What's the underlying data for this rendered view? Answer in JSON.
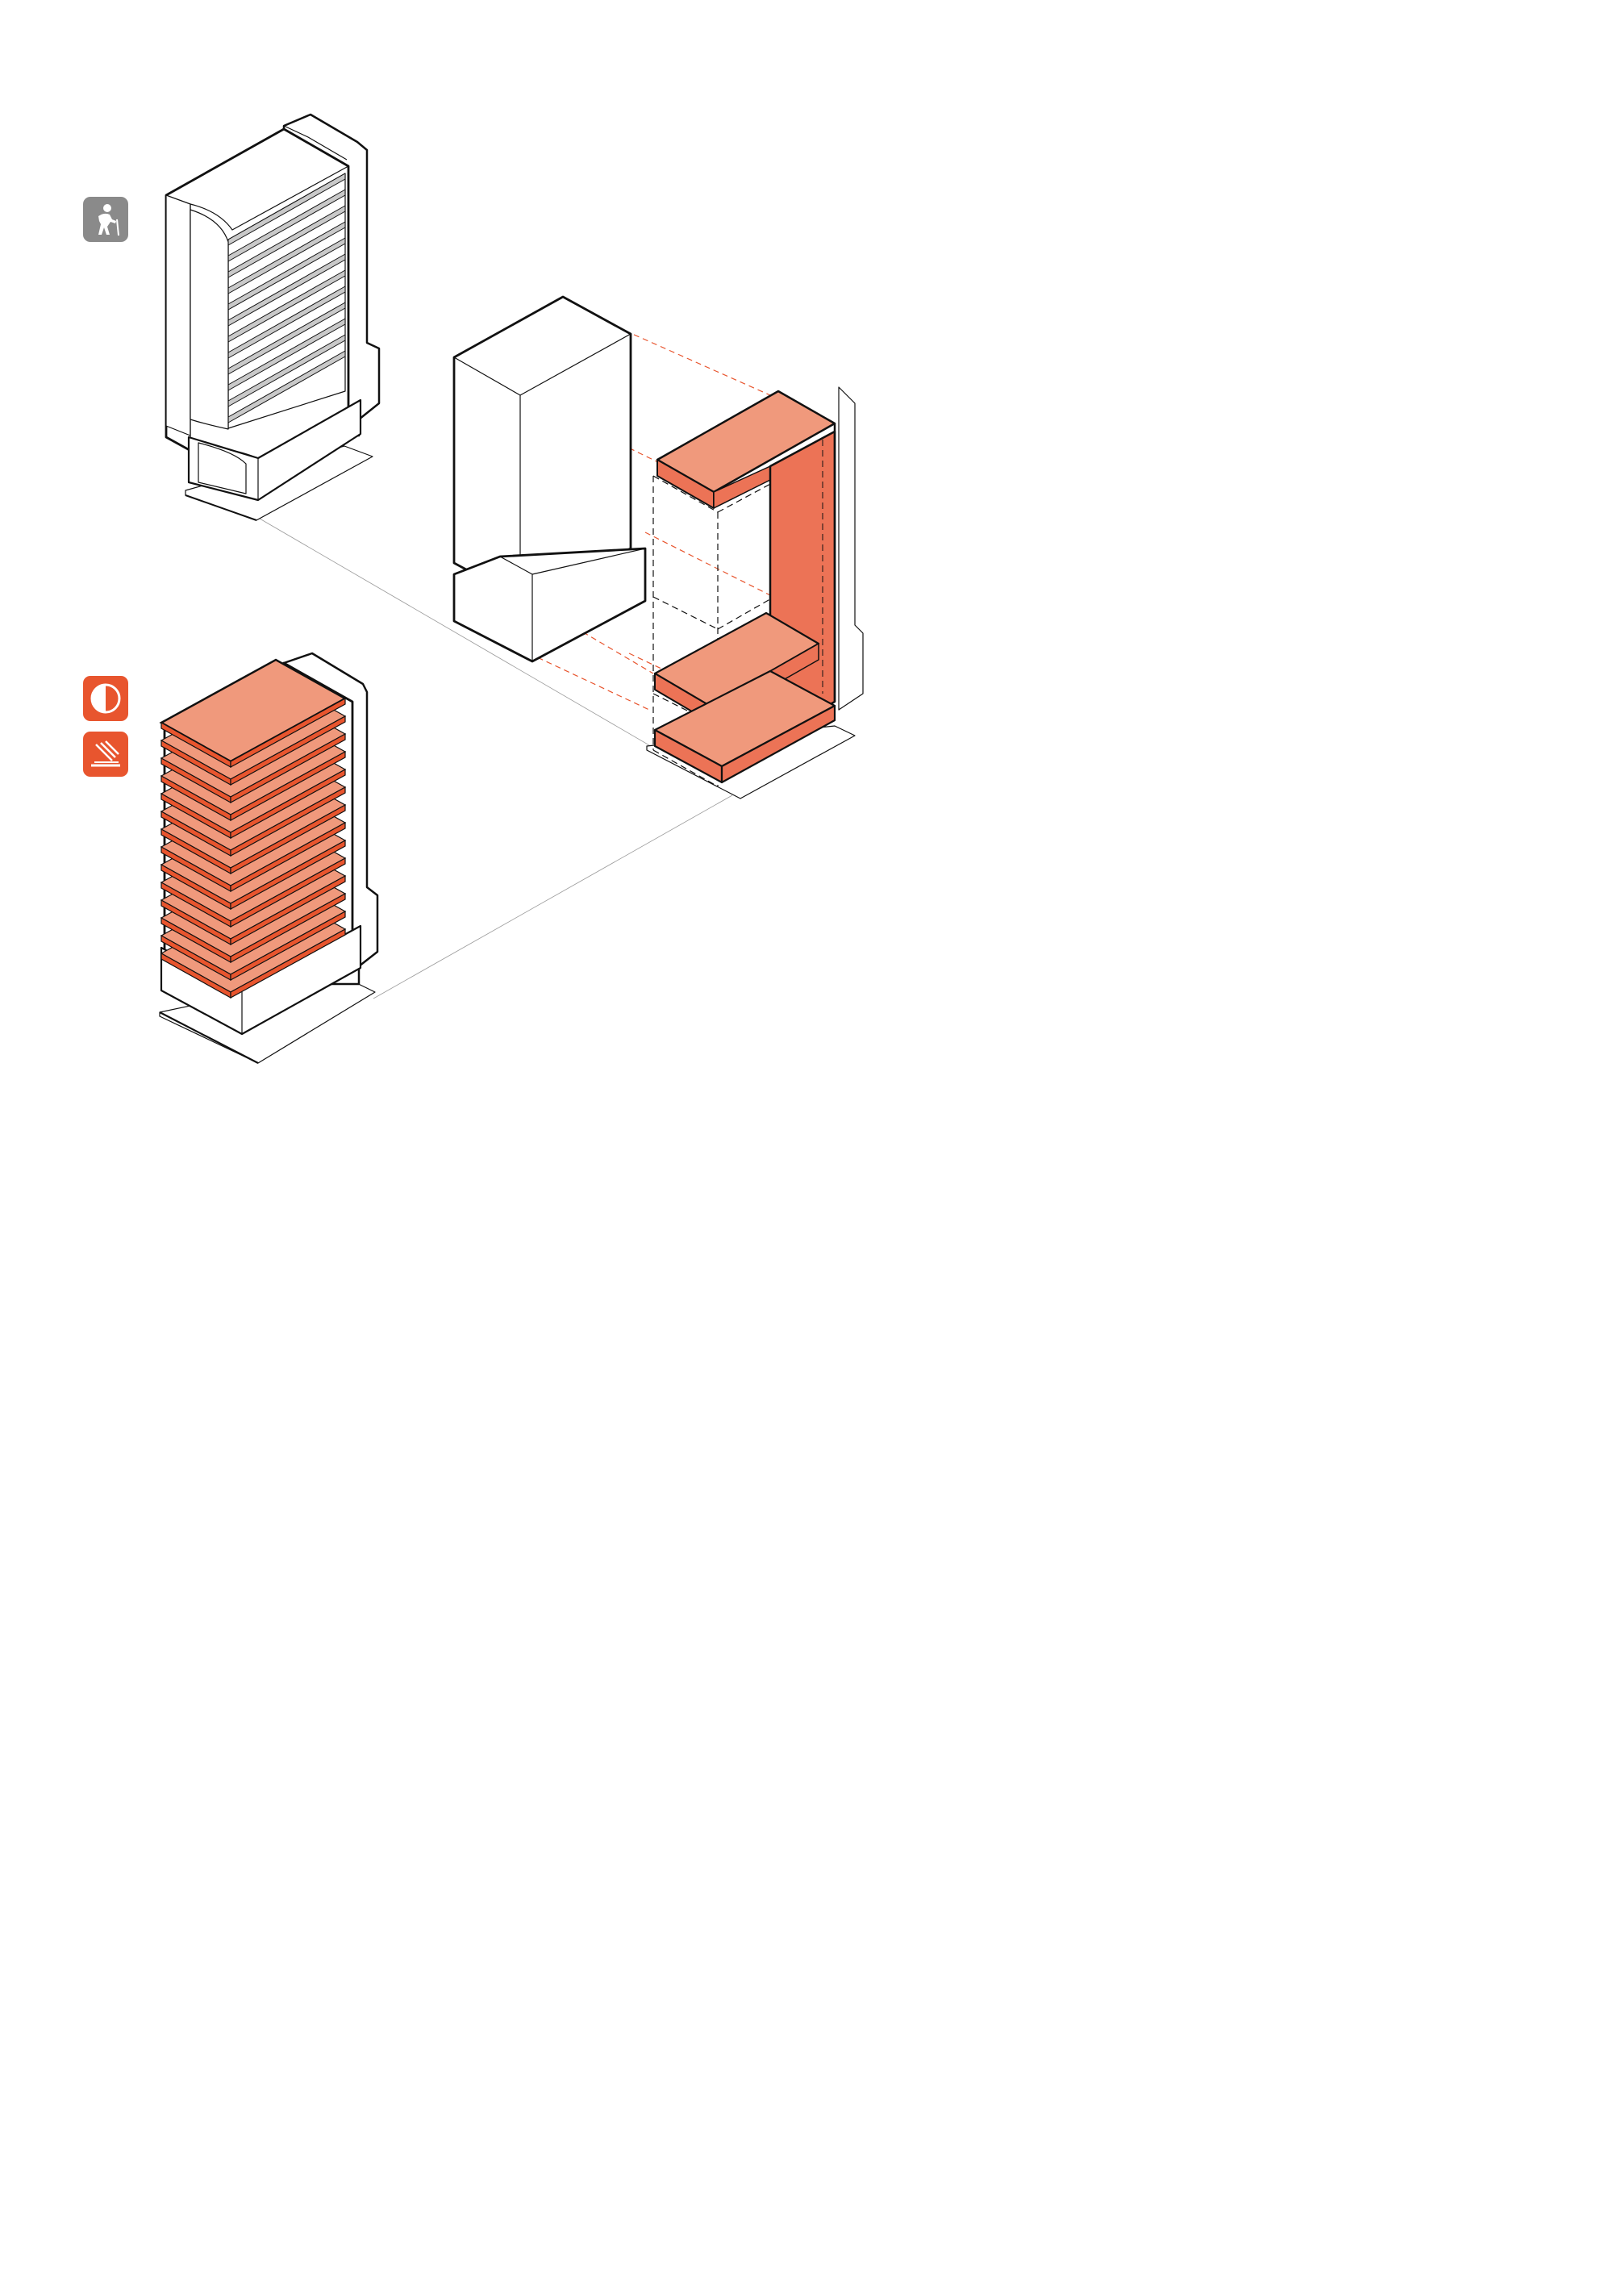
{
  "colors": {
    "accent": "#E8552E",
    "accent_light": "#F0997C",
    "accent_mid": "#EC7356",
    "line": "#111111",
    "guide": "#E8552E",
    "neutral_icon": "#8A8A8A",
    "band": "#C9C9C9",
    "background": "#FFFFFF"
  },
  "icons": [
    {
      "name": "elderly-person-icon",
      "fill": "#8A8A8A"
    },
    {
      "name": "half-circle-contrast-icon",
      "fill": "#E8552E"
    },
    {
      "name": "sunlight-shading-icon",
      "fill": "#E8552E"
    }
  ],
  "buildings": [
    {
      "name": "tower-existing",
      "variant": "horizontal grey bands"
    },
    {
      "name": "tower-exploded",
      "variant": "orange C-shaped frame with dashed connectors"
    },
    {
      "name": "tower-proposed",
      "variant": "orange floor slabs"
    }
  ]
}
